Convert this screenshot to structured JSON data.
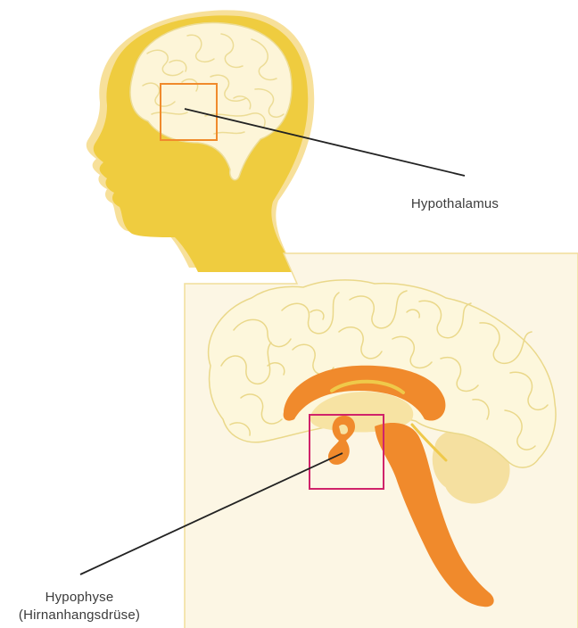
{
  "labels": {
    "hypothalamus": "Hypothalamus",
    "hypophyse_line1": "Hypophyse",
    "hypophyse_line2": "(Hirnanhangsdrüse)"
  },
  "colors": {
    "head_yellow": "#efcc3f",
    "head_shadow": "#f7e09a",
    "brain_cream": "#fdf5d8",
    "brain_outline": "#ecdc96",
    "inset_bg": "#fcf6e4",
    "inset_border": "#f1de9a",
    "cerebellum": "#f5e0a0",
    "orange": "#f08a2c",
    "highlight_box_orange": "#f08a2c",
    "highlight_box_magenta": "#d0236a",
    "leader_line": "#222222"
  }
}
